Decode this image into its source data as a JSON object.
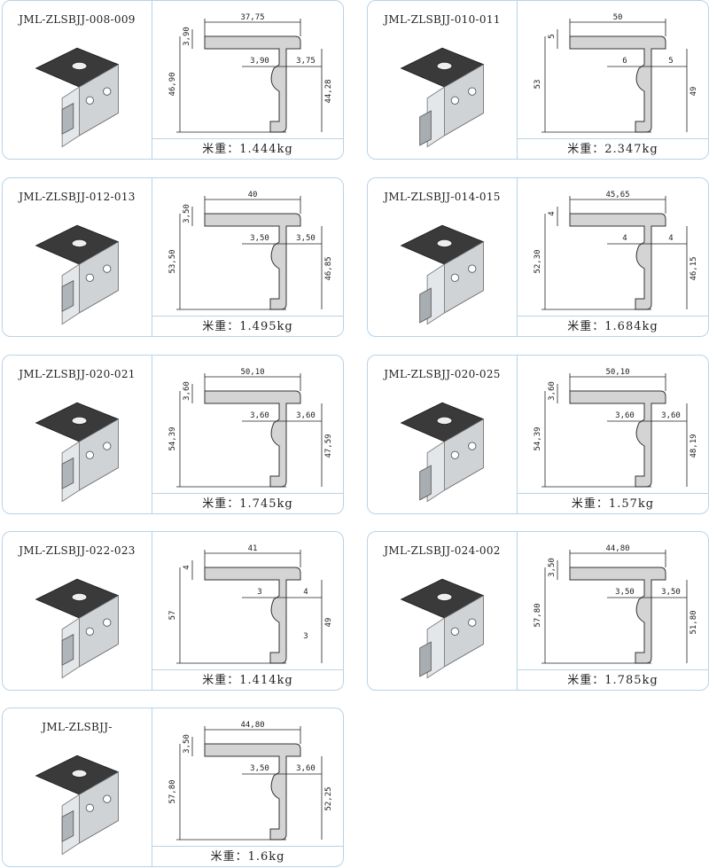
{
  "products": [
    {
      "model": "JML-ZLSBJJ-008-009",
      "weight": "米重：1.444kg",
      "dims": [
        "3,90",
        "37,75",
        "46,90",
        "3,90",
        "3,75",
        "44,28"
      ]
    },
    {
      "model": "JML-ZLSBJJ-010-011",
      "weight": "米重：2.347kg",
      "dims": [
        "5",
        "50",
        "53",
        "6",
        "5",
        "49"
      ]
    },
    {
      "model": "JML-ZLSBJJ-012-013",
      "weight": "米重：1.495kg",
      "dims": [
        "3,50",
        "40",
        "53,50",
        "3,50",
        "3,50",
        "46,85"
      ]
    },
    {
      "model": "JML-ZLSBJJ-014-015",
      "weight": "米重：1.684kg",
      "dims": [
        "4",
        "45,65",
        "52,30",
        "4",
        "4",
        "46,15"
      ]
    },
    {
      "model": "JML-ZLSBJJ-020-021",
      "weight": "米重：1.745kg",
      "dims": [
        "3,60",
        "50,10",
        "54,39",
        "3,60",
        "3,60",
        "47,59"
      ]
    },
    {
      "model": "JML-ZLSBJJ-020-025",
      "weight": "米重：1.57kg",
      "dims": [
        "3,60",
        "50,10",
        "54,39",
        "3,60",
        "3,60",
        "48,19"
      ]
    },
    {
      "model": "JML-ZLSBJJ-022-023",
      "weight": "米重：1.414kg",
      "dims": [
        "4",
        "41",
        "57",
        "3",
        "4",
        "49",
        "3"
      ]
    },
    {
      "model": "JML-ZLSBJJ-024-002",
      "weight": "米重：1.785kg",
      "dims": [
        "3,50",
        "44,80",
        "57,80",
        "3,50",
        "3,50",
        "51,80"
      ]
    },
    {
      "model": "JML-ZLSBJJ-",
      "weight": "米重：1.6kg",
      "dims": [
        "3,50",
        "44,80",
        "57,80",
        "3,50",
        "3,60",
        "52,25"
      ]
    }
  ]
}
